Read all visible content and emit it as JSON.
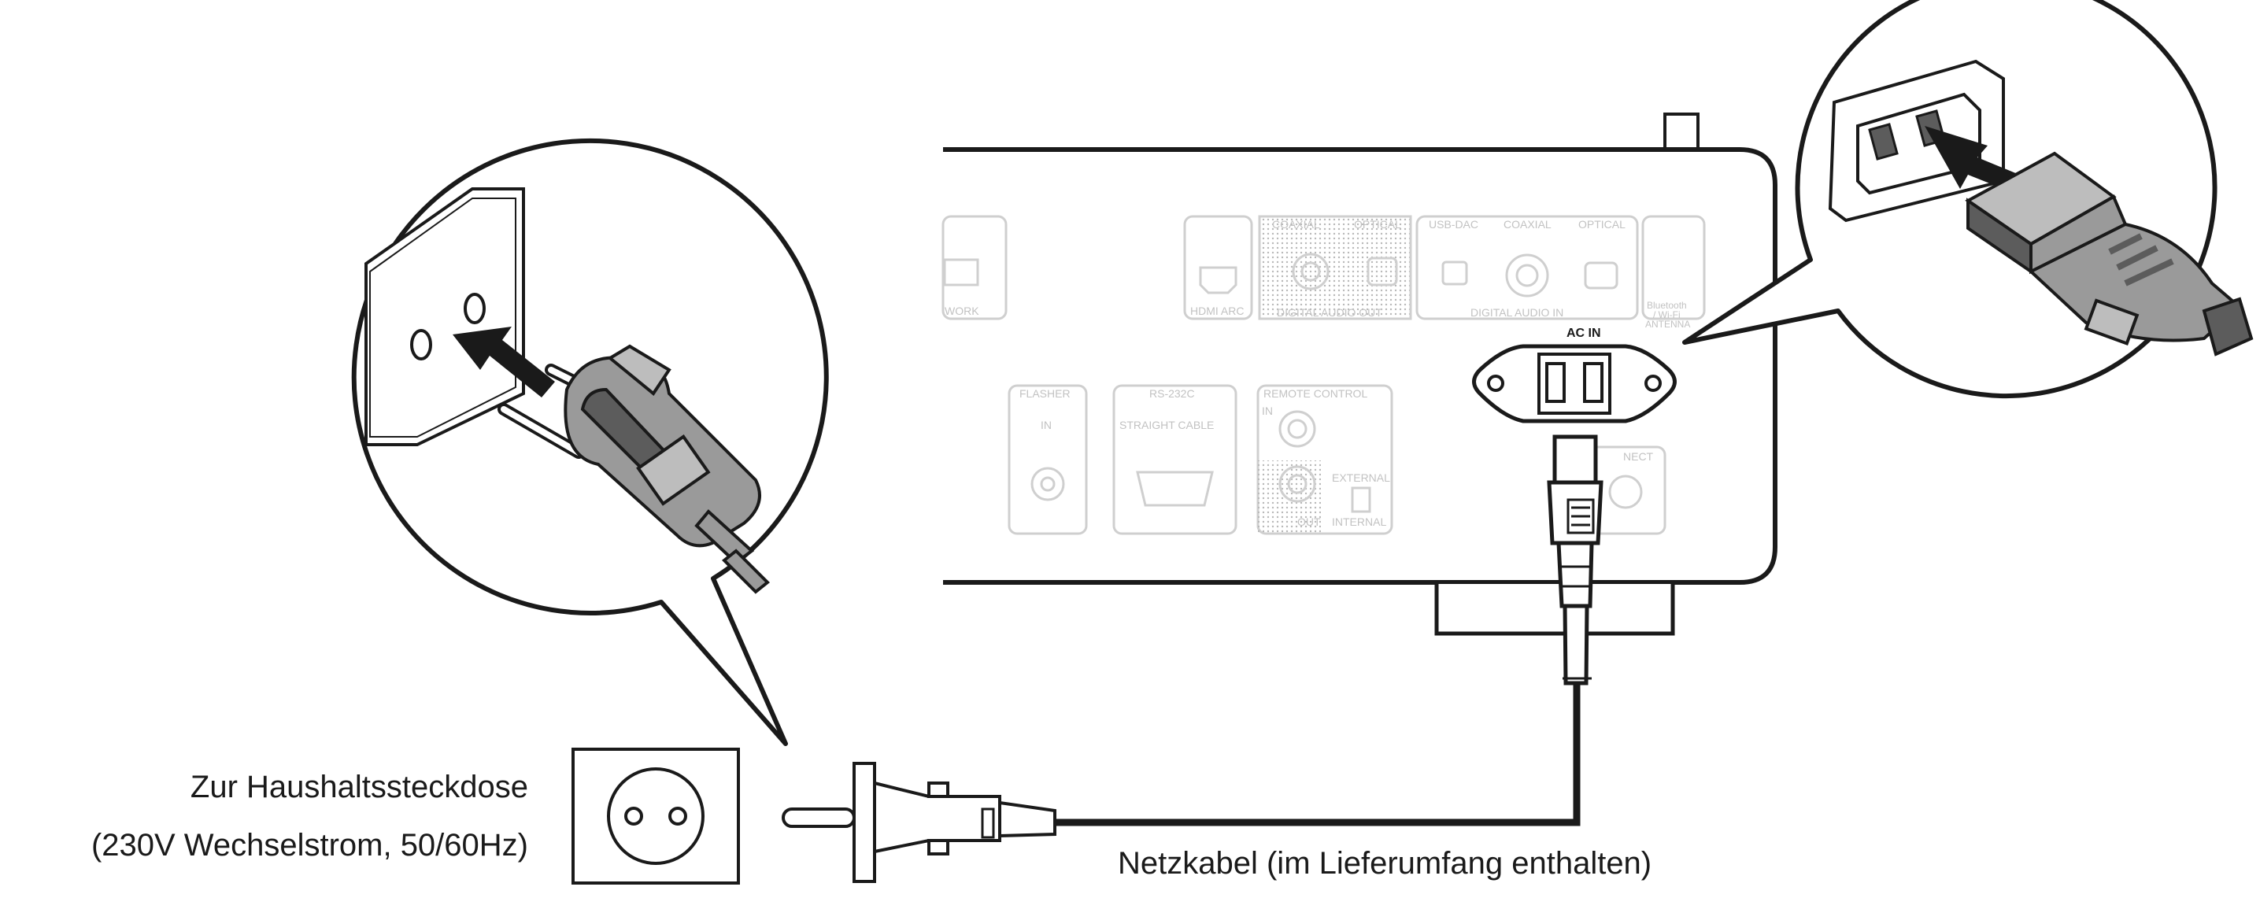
{
  "labels": {
    "outlet_title": "Zur Haushaltssteckdose",
    "outlet_spec": "(230V Wechselstrom, 50/60Hz)",
    "cable": "Netzkabel (im Lieferumfang enthalten)"
  },
  "panel": {
    "network": "WORK",
    "hdmi": "HDMI ARC",
    "coaxial_top": "COAXIAL",
    "optical_top": "OPTICAL",
    "digital_audio_out": "DIGITAL AUDIO OUT",
    "usb_dac": "USB-DAC",
    "coaxial_in": "COAXIAL",
    "optical_in": "OPTICAL",
    "digital_audio_in": "DIGITAL AUDIO IN",
    "antenna_1": "Bluetooth",
    "antenna_2": "/ Wi-Fi",
    "antenna_3": "ANTENNA",
    "ac_in": "AC IN",
    "flasher": "FLASHER",
    "flasher_in": "IN",
    "rs232c": "RS-232C",
    "straight_cable": "STRAIGHT CABLE",
    "remote_control": "REMOTE CONTROL",
    "rc_in": "IN",
    "rc_out": "OUT",
    "external": "EXTERNAL",
    "internal": "INTERNAL",
    "connect": "NECT"
  },
  "colors": {
    "line": "#1a1a1a",
    "faded": "#c8c8c8",
    "plug_gray": "#9a9a9a",
    "plug_dark": "#5c5c5c",
    "plug_light": "#bdbdbd"
  }
}
